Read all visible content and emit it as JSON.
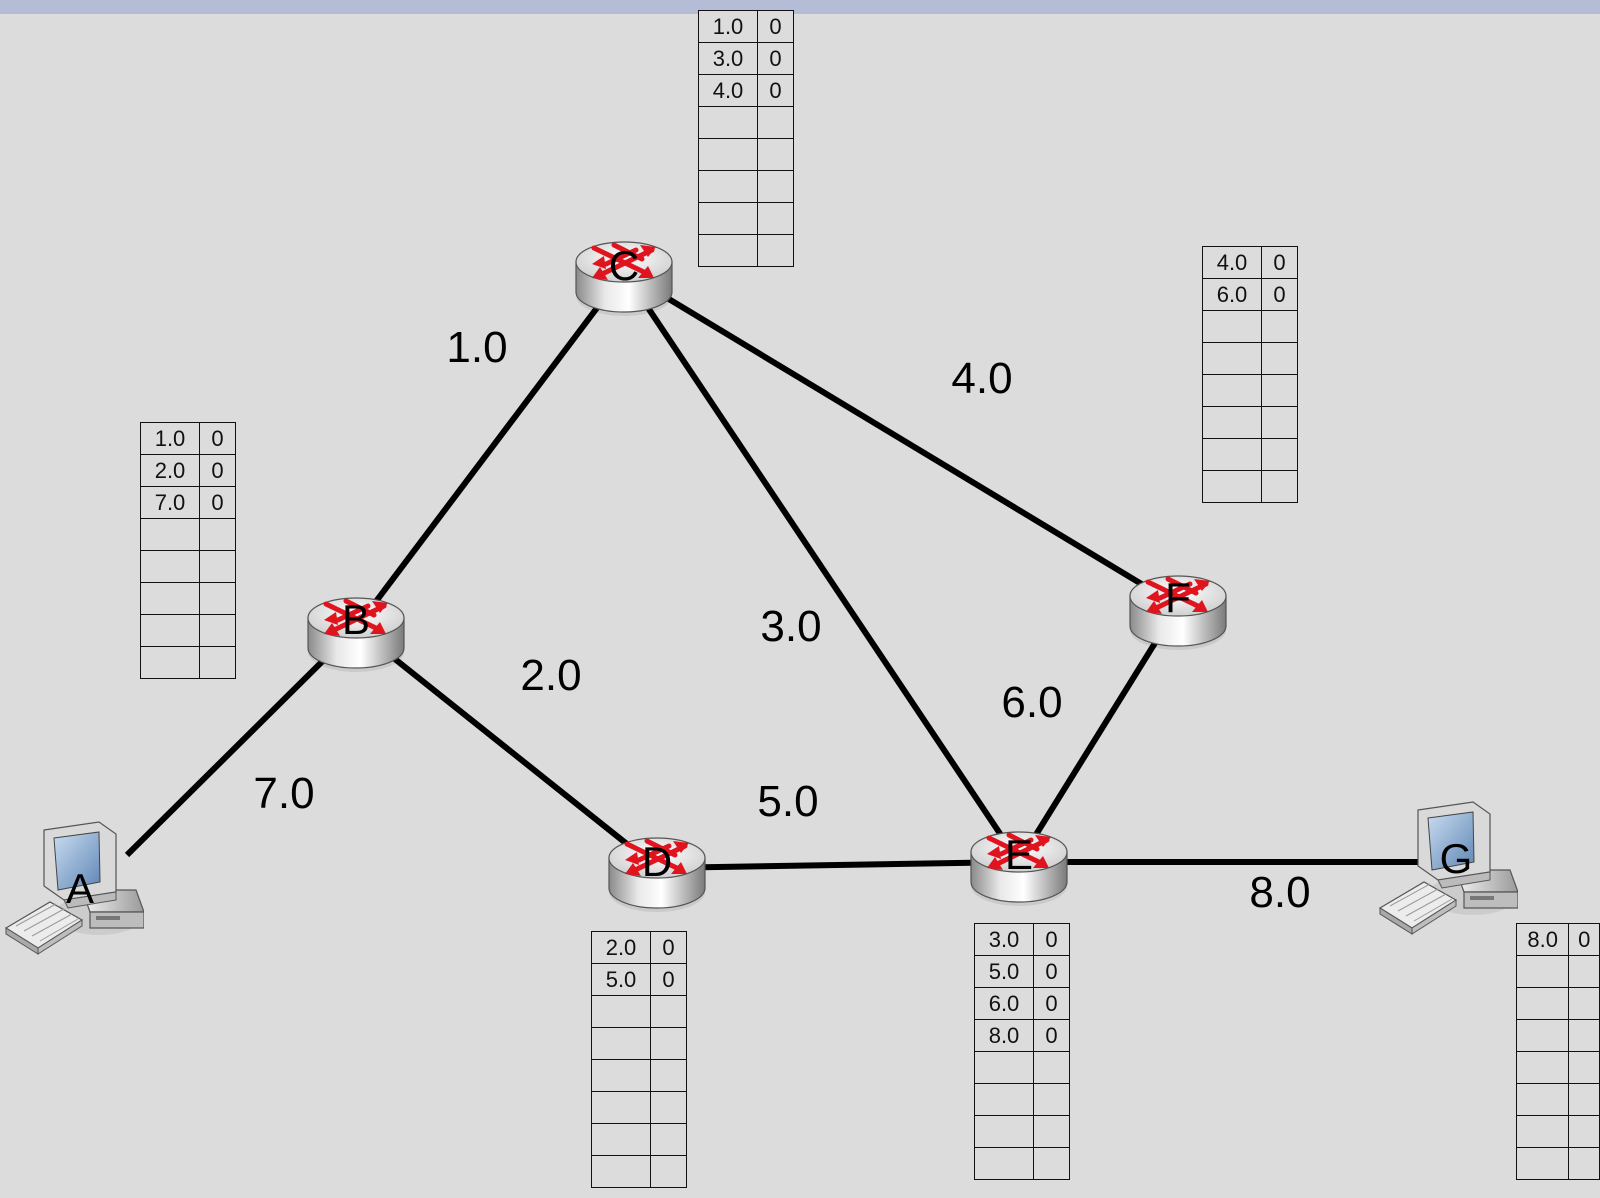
{
  "colors": {
    "background": "#dcdcdc",
    "top_bar": "#b4bcd6",
    "link": "#000000",
    "router_arrow": "#e0141e"
  },
  "nodes": [
    {
      "id": "A",
      "label": "A",
      "type": "computer",
      "icon": "computer-icon"
    },
    {
      "id": "B",
      "label": "B",
      "type": "router",
      "icon": "router-icon"
    },
    {
      "id": "C",
      "label": "C",
      "type": "router",
      "icon": "router-icon"
    },
    {
      "id": "D",
      "label": "D",
      "type": "router",
      "icon": "router-icon"
    },
    {
      "id": "E",
      "label": "E",
      "type": "router",
      "icon": "router-icon"
    },
    {
      "id": "F",
      "label": "F",
      "type": "router",
      "icon": "router-icon"
    },
    {
      "id": "G",
      "label": "G",
      "type": "computer",
      "icon": "computer-icon"
    }
  ],
  "links": [
    {
      "from": "A",
      "to": "B",
      "label": "7.0"
    },
    {
      "from": "B",
      "to": "C",
      "label": "1.0"
    },
    {
      "from": "B",
      "to": "D",
      "label": "2.0"
    },
    {
      "from": "C",
      "to": "E",
      "label": "3.0"
    },
    {
      "from": "C",
      "to": "F",
      "label": "4.0"
    },
    {
      "from": "D",
      "to": "E",
      "label": "5.0"
    },
    {
      "from": "E",
      "to": "F",
      "label": "6.0"
    },
    {
      "from": "E",
      "to": "G",
      "label": "8.0"
    }
  ],
  "tables": {
    "B": {
      "rows": [
        [
          "1.0",
          "0"
        ],
        [
          "2.0",
          "0"
        ],
        [
          "7.0",
          "0"
        ],
        [
          "",
          ""
        ],
        [
          "",
          ""
        ],
        [
          "",
          ""
        ],
        [
          "",
          ""
        ],
        [
          "",
          ""
        ]
      ]
    },
    "C": {
      "rows": [
        [
          "1.0",
          "0"
        ],
        [
          "3.0",
          "0"
        ],
        [
          "4.0",
          "0"
        ],
        [
          "",
          ""
        ],
        [
          "",
          ""
        ],
        [
          "",
          ""
        ],
        [
          "",
          ""
        ],
        [
          "",
          ""
        ]
      ]
    },
    "D": {
      "rows": [
        [
          "2.0",
          "0"
        ],
        [
          "5.0",
          "0"
        ],
        [
          "",
          ""
        ],
        [
          "",
          ""
        ],
        [
          "",
          ""
        ],
        [
          "",
          ""
        ],
        [
          "",
          ""
        ],
        [
          "",
          ""
        ]
      ]
    },
    "E": {
      "rows": [
        [
          "3.0",
          "0"
        ],
        [
          "5.0",
          "0"
        ],
        [
          "6.0",
          "0"
        ],
        [
          "8.0",
          "0"
        ],
        [
          "",
          ""
        ],
        [
          "",
          ""
        ],
        [
          "",
          ""
        ],
        [
          "",
          ""
        ]
      ]
    },
    "F": {
      "rows": [
        [
          "4.0",
          "0"
        ],
        [
          "6.0",
          "0"
        ],
        [
          "",
          ""
        ],
        [
          "",
          ""
        ],
        [
          "",
          ""
        ],
        [
          "",
          ""
        ],
        [
          "",
          ""
        ],
        [
          "",
          ""
        ]
      ]
    },
    "G": {
      "rows": [
        [
          "8.0",
          "0"
        ],
        [
          "",
          ""
        ],
        [
          "",
          ""
        ],
        [
          "",
          ""
        ],
        [
          "",
          ""
        ],
        [
          "",
          ""
        ],
        [
          "",
          ""
        ],
        [
          "",
          ""
        ]
      ]
    }
  }
}
